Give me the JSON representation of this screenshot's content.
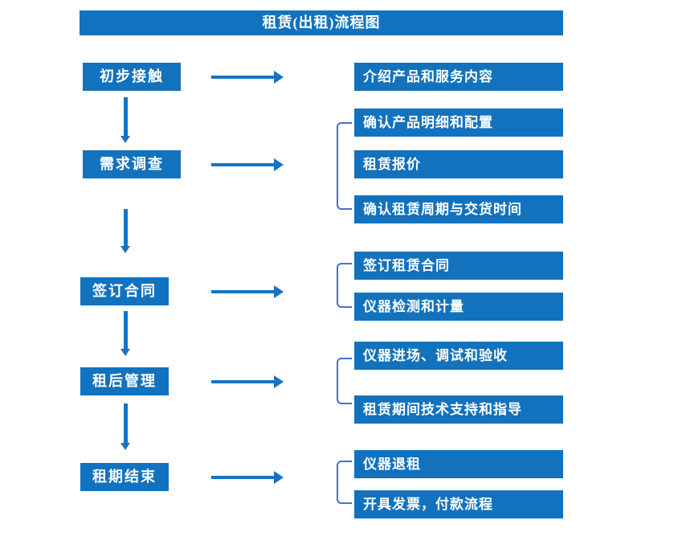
{
  "title": "租赁(出租)流程图",
  "colors": {
    "box_blue": "#1272BE",
    "arrow_blue": "#1473C4",
    "bracket_blue": "#4472C4",
    "text_white": "#FFFFFF",
    "page_bg": "#FFFFFF"
  },
  "stages": [
    {
      "label": "初步接触",
      "details": [
        "介绍产品和服务内容"
      ]
    },
    {
      "label": "需求调查",
      "details": [
        "确认产品明细和配置",
        "租赁报价",
        "确认租赁周期与交货时间"
      ]
    },
    {
      "label": "签订合同",
      "details": [
        "签订租赁合同",
        "仪器检测和计量"
      ]
    },
    {
      "label": "租后管理",
      "details": [
        "仪器进场、调试和验收",
        "租赁期间技术支持和指导"
      ]
    },
    {
      "label": "租期结束",
      "details": [
        "仪器退租",
        "开具发票，付款流程"
      ]
    }
  ]
}
